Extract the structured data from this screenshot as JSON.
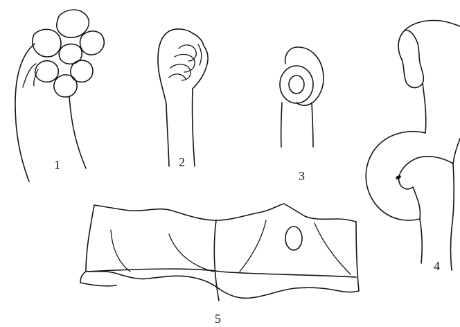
{
  "figure": {
    "panels": [
      {
        "id": "1",
        "label": "1"
      },
      {
        "id": "2",
        "label": "2"
      },
      {
        "id": "3",
        "label": "3"
      },
      {
        "id": "4",
        "label": "4"
      },
      {
        "id": "5",
        "label": "5"
      }
    ]
  },
  "colors": {
    "ink": "#141414",
    "background": "#ffffff"
  }
}
